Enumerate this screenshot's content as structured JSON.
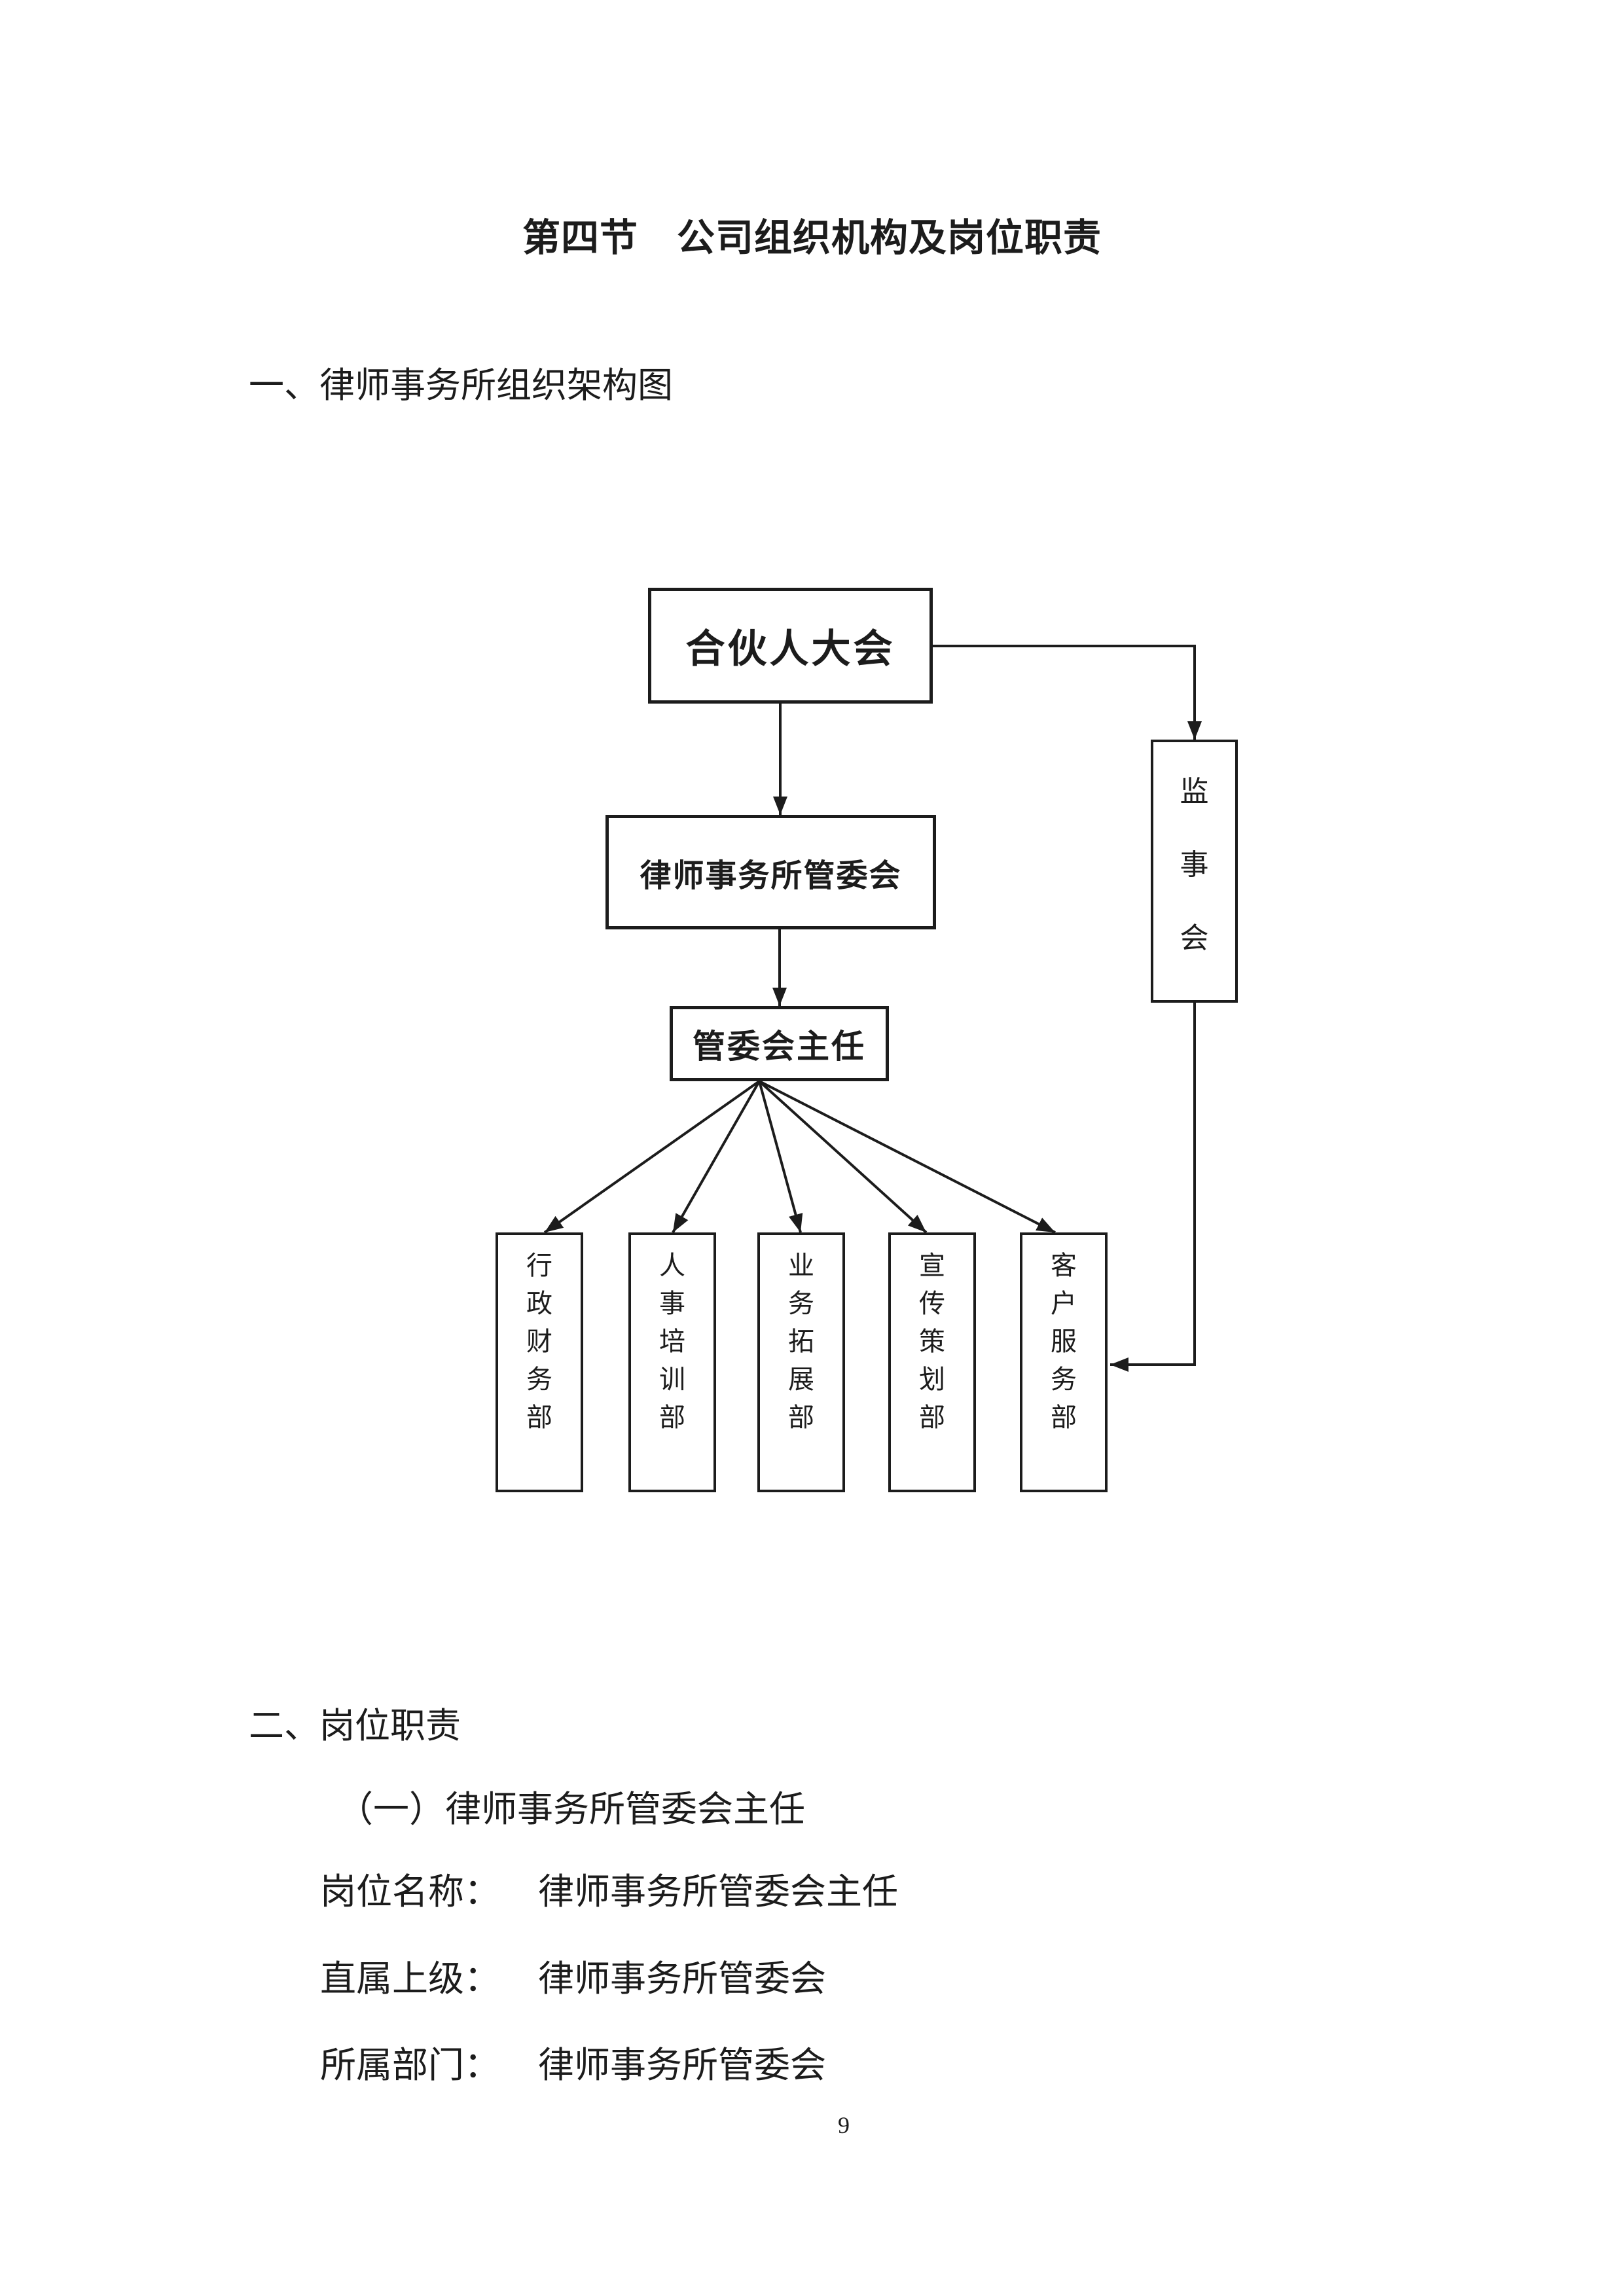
{
  "page": {
    "title": "第四节　公司组织机构及岗位职责",
    "page_number": "9"
  },
  "colors": {
    "ink": "#1c1c1c",
    "background": "#ffffff"
  },
  "section1": {
    "heading": "一、律师事务所组织架构图"
  },
  "org_chart": {
    "partners_meeting": "合伙人大会",
    "management_committee": "律师事务所管委会",
    "committee_director": "管委会主任",
    "supervisory_board": "监事会",
    "departments": [
      "行政财务部",
      "人事培训部",
      "业务拓展部",
      "宣传策划部",
      "客户服务部"
    ]
  },
  "section2": {
    "heading": "二、岗位职责",
    "subheading": "（一）律师事务所管委会主任",
    "fields": [
      {
        "label": "岗位名称：",
        "value": "律师事务所管委会主任"
      },
      {
        "label": "直属上级：",
        "value": "律师事务所管委会"
      },
      {
        "label": "所属部门：",
        "value": "律师事务所管委会"
      }
    ]
  }
}
